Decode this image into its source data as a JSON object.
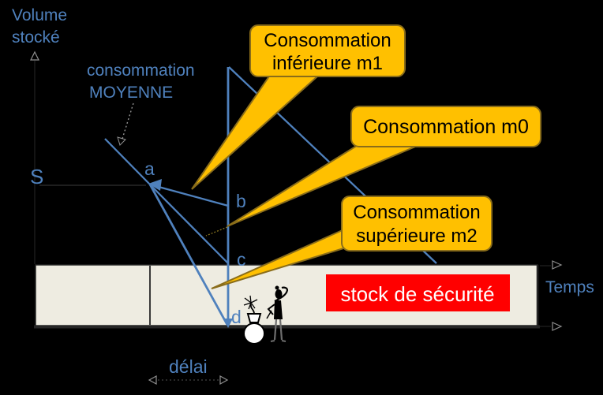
{
  "diagram": {
    "y_axis_label": {
      "line1": "Volume",
      "line2": "stocké"
    },
    "average_label": {
      "line1": "consommation",
      "line2": "MOYENNE"
    },
    "stock_level_label": "S",
    "points": {
      "a": "a",
      "b": "b",
      "c": "c",
      "d": "d"
    },
    "time_axis_label": "Temps",
    "lead_time_label": "délai",
    "safety_stock_label": "stock de sécurité",
    "callouts": {
      "m1": {
        "line1": "Consommation",
        "line2": "inférieure m1"
      },
      "m0": {
        "line1": "Consommation m0"
      },
      "m2": {
        "line1": "Consommation",
        "line2": "supérieure m2"
      }
    },
    "colors": {
      "accent_blue": "#4f81bd",
      "callout_fill": "#ffc000",
      "callout_border": "#8a6d1a",
      "callout_text": "#000000",
      "band_fill": "#eeece1",
      "alert_red": "#ff0000",
      "banner_text": "#ffffff",
      "background": "#000000",
      "hint_gray": "#909090",
      "dark_line": "#262626"
    },
    "icons": {
      "bomb_icon": "bomb with lit fuse (stock-out risk)",
      "confused_person_clipart": "person scratching head",
      "up_arrowhead_icon": "△",
      "right_arrowhead_icon": "▷",
      "left_arrowhead_icon": "◁"
    }
  }
}
